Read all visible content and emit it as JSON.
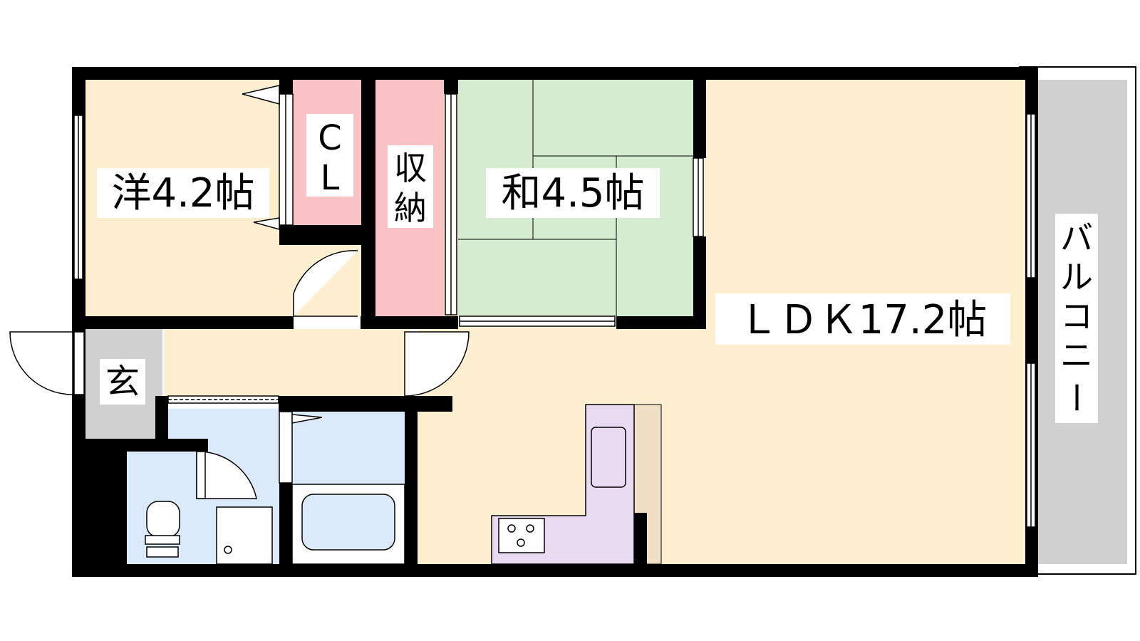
{
  "floor_plan": {
    "rooms": {
      "western": {
        "label": "洋4.2帖"
      },
      "closet": {
        "label_line1": "C",
        "label_line2": "L"
      },
      "storage": {
        "label_line1": "収",
        "label_line2": "納"
      },
      "japanese": {
        "label": "和4.5帖"
      },
      "ldk": {
        "label": "ＬＤＫ17.2帖"
      },
      "entrance": {
        "label": "玄"
      },
      "balcony": {
        "label_chars": [
          "バ",
          "ル",
          "コ",
          "ニ",
          "ー"
        ]
      }
    },
    "colors": {
      "wall": "#000000",
      "western_floor": "#fdefd0",
      "ldk_floor": "#fdefd0",
      "closet_fill": "#f9c2c5",
      "tatami": "#d5ecd0",
      "wet_area": "#dbeafb",
      "kitchen": "#e8dbf2",
      "entrance_floor": "#d0d0d0",
      "balcony": "#d0d0d0"
    }
  }
}
